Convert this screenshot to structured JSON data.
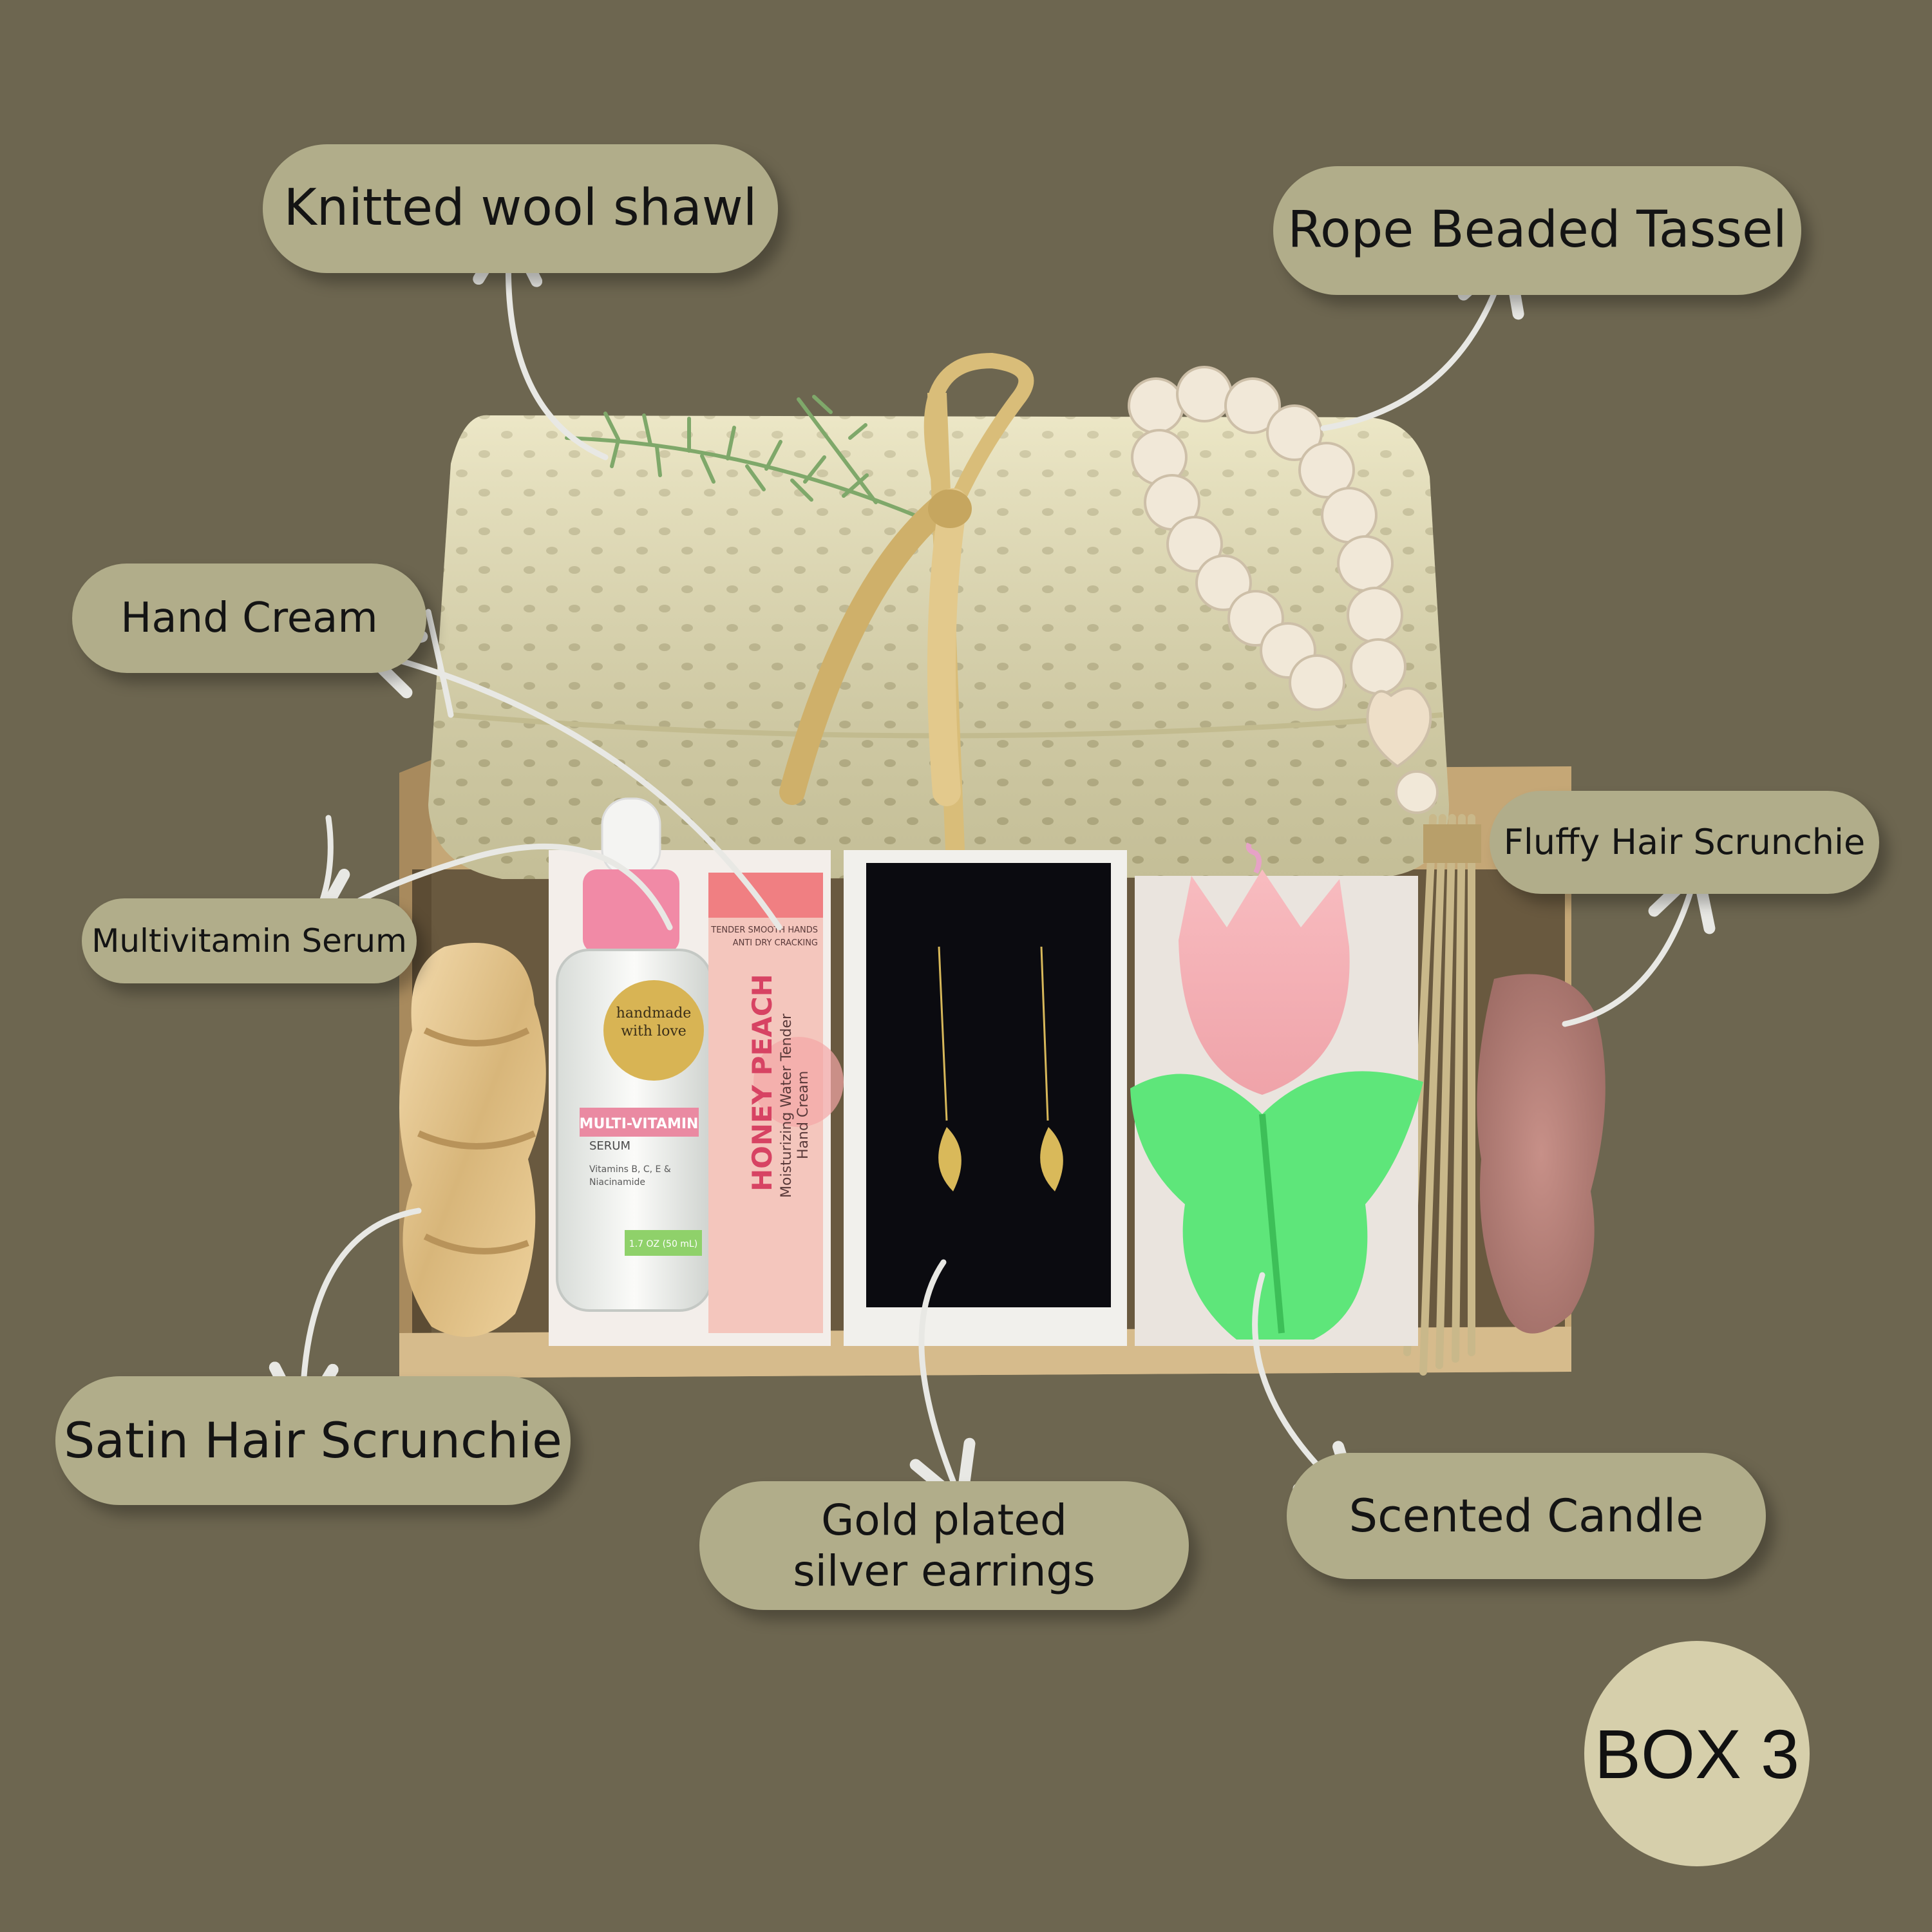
{
  "labels": {
    "shawl": "Knitted wool shawl",
    "tassel": "Rope Beaded Tassel",
    "hand_cream": "Hand Cream",
    "fluffy_scrunchie": "Fluffy Hair Scrunchie",
    "serum": "Multivitamin Serum",
    "satin_scrunchie": "Satin Hair Scrunchie",
    "earrings_line1": "Gold plated",
    "earrings_line2": "silver earrings",
    "candle": "Scented Candle"
  },
  "badge": "BOX 3",
  "product_text": {
    "sticker_line1": "handmade",
    "sticker_line2": "with love",
    "serum_name": "MULTI-VITAMIN",
    "serum_sub": "SERUM",
    "serum_ingredients_1": "Vitamins B, C, E &",
    "serum_ingredients_2": "Niacinamide",
    "serum_volume": "1.7 OZ (50 mL)",
    "cream_brand": "HONEY PEACH",
    "cream_desc_1": "Moisturizing Water Tender",
    "cream_desc_2": "Hand Cream",
    "cream_top_1": "TENDER SMOOTH HANDS",
    "cream_top_2": "ANTI DRY CRACKING"
  },
  "colors": {
    "background": "#6d6650",
    "pill": "#b1ad8a",
    "badge": "#d6cfab",
    "arrow": "#e8e8e4"
  }
}
